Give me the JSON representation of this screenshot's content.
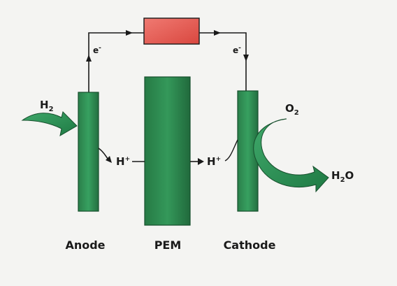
{
  "labels": {
    "anode": "Anode",
    "pem": "PEM",
    "cathode": "Cathode"
  },
  "species": {
    "hydrogen_symbol": "H",
    "hydrogen_subscript": "2",
    "oxygen_symbol": "O",
    "oxygen_subscript": "2",
    "water_h": "H",
    "water_subscript": "2",
    "water_o": "O",
    "proton_symbol": "H",
    "proton_charge": "+",
    "electron_symbol": "e",
    "electron_charge": "-"
  },
  "colors": {
    "electrode": "#2e8a52",
    "electrode_dark": "#1f6b3c",
    "load": "#e45a55",
    "wire": "#1a1a1a",
    "arrow": "#2f8c55"
  },
  "icons": {
    "load": "resistor-block",
    "flow": "curved-arrow"
  }
}
